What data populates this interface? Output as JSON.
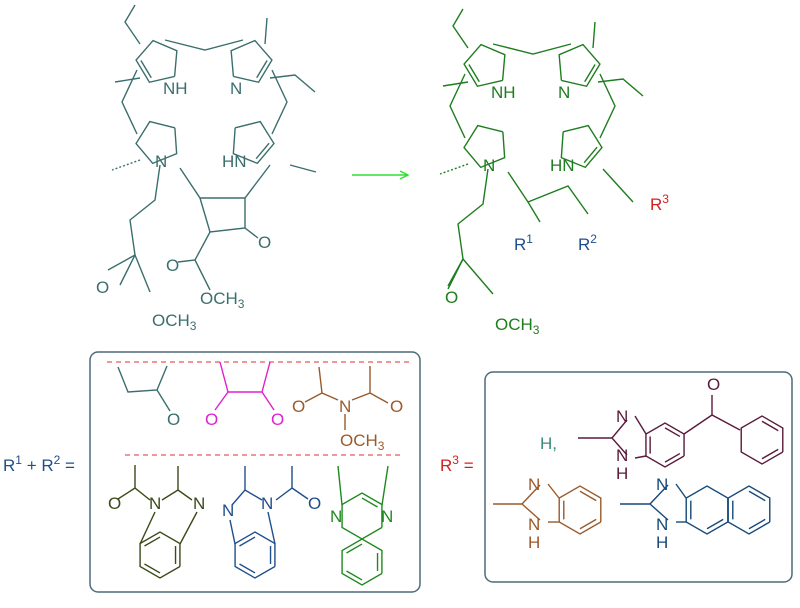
{
  "colors": {
    "starting_material": "#3b6e6e",
    "product": "#1e7d1e",
    "r12_label": "#1f4e8c",
    "r3_label": "#d42020",
    "arrow": "#33dd33",
    "box_border": "#4d6b78",
    "divider": "#e03030",
    "frag_ketone": "#3b6e6e",
    "frag_diketone": "#e020d0",
    "frag_imide": "#9a5a2a",
    "frag_bzim_olive": "#3a4a18",
    "frag_bzim_navy": "#1f4e8c",
    "frag_quinox": "#1e8a1e",
    "r3_h": "#3b8a7a",
    "r3_ketone": "#5a1a3a",
    "r3_bzim": "#9a5a2a",
    "r3_naphth": "#154a7a"
  },
  "starting_material": {
    "atoms": {
      "nh": "NH",
      "n1": "N",
      "n2": "N",
      "hn": "HN",
      "o_ketone": "O",
      "o_ester1": "O",
      "o_ester2": "O",
      "och3_a": "OCH",
      "och3_a_sub": "3",
      "och3_b": "OCH",
      "och3_b_sub": "3"
    }
  },
  "product": {
    "atoms": {
      "nh": "NH",
      "n1": "N",
      "n2": "N",
      "hn": "HN",
      "o_ester": "O",
      "och3": "OCH",
      "och3_sub": "3"
    },
    "r1": "R",
    "r1_sup": "1",
    "r2": "R",
    "r2_sup": "2",
    "r3": "R",
    "r3_sup": "3"
  },
  "r12_legend": {
    "r1": "R",
    "r1_sup": "1",
    "plus": " + ",
    "r2": "R",
    "r2_sup": "2",
    "eq": " ="
  },
  "r12_fragments": {
    "ketone_o": "O",
    "diketone_o1": "O",
    "diketone_o2": "O",
    "imide_o1": "O",
    "imide_n": "N",
    "imide_o2": "O",
    "imide_och3": "OCH",
    "imide_och3_sub": "3",
    "bzim1_o": "O",
    "bzim1_n1": "N",
    "bzim1_n2": "N",
    "bzim2_n1": "N",
    "bzim2_n2": "N",
    "bzim2_o": "O",
    "quinox_n1": "N",
    "quinox_n2": "N"
  },
  "r3_legend": {
    "r3": "R",
    "r3_sup": "3",
    "eq": " ="
  },
  "r3_fragments": {
    "h": "H,",
    "ketone_n": "N",
    "ketone_nh": "N",
    "ketone_h": "H",
    "ketone_o": "O",
    "bzim_n": "N",
    "bzim_nh": "N",
    "bzim_h": "H",
    "naphth_n": "N",
    "naphth_nh": "N",
    "naphth_h": "H"
  }
}
